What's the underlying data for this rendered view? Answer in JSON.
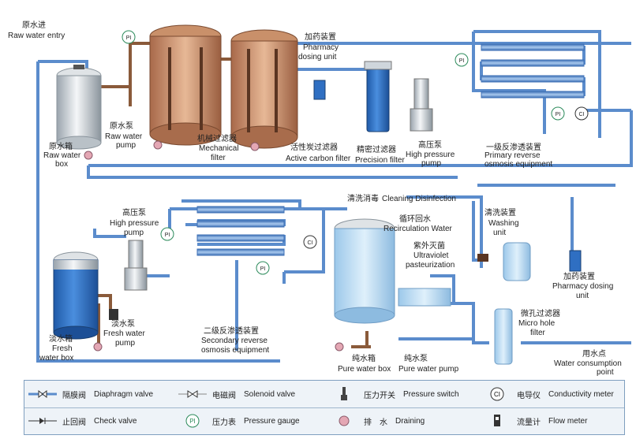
{
  "labels": {
    "raw_water_entry_cn": "原水进",
    "raw_water_entry_en": "Raw water entry",
    "raw_water_box_cn": "原水箱",
    "raw_water_box_en1": "Raw water",
    "raw_water_box_en2": "box",
    "raw_water_pump_cn": "原水泵",
    "raw_water_pump_en1": "Raw water",
    "raw_water_pump_en2": "pump",
    "mech_filter_cn": "机械过滤器",
    "mech_filter_en1": "Mechanical",
    "mech_filter_en2": "filter",
    "carbon_filter_cn": "活性炭过滤器",
    "carbon_filter_en": "Active carbon filter",
    "pharmacy_dosing_cn": "加药装置",
    "pharmacy_dosing_en1": "Pharmacy",
    "pharmacy_dosing_en2": "dosing unit",
    "precision_filter_cn": "精密过滤器",
    "precision_filter_en": "Precision filter",
    "hp_pump1_cn": "高压泵",
    "hp_pump1_en1": "High pressure",
    "hp_pump1_en2": "pump",
    "primary_ro_cn": "一级反渗透装置",
    "primary_ro_en1": "Primary reverse",
    "primary_ro_en2": "osmosis equipment",
    "hp_pump2_cn": "高压泵",
    "hp_pump2_en1": "High pressure",
    "hp_pump2_en2": "pump",
    "cleaning_cn": "清洗消毒",
    "cleaning_en": "Cleaning Disinfection",
    "recirc_cn": "循环回水",
    "recirc_en": "Recirculation Water",
    "washing_cn": "清洗装置",
    "washing_en1": "Washing",
    "washing_en2": "unit",
    "uv_cn": "紫外灭菌",
    "uv_en1": "Ultraviolet",
    "uv_en2": "pasteurization",
    "pharmacy2_cn": "加药装置",
    "pharmacy2_en1": "Pharmacy dosing",
    "pharmacy2_en2": "unit",
    "fresh_box_cn": "淡水箱",
    "fresh_box_en1": "Fresh",
    "fresh_box_en2": "water box",
    "fresh_pump_cn": "淡水泵",
    "fresh_pump_en1": "Fresh water",
    "fresh_pump_en2": "pump",
    "secondary_ro_cn": "二级反渗透装置",
    "secondary_ro_en1": "Secondary reverse",
    "secondary_ro_en2": "osmosis equipment",
    "pure_box_cn": "纯水箱",
    "pure_box_en": "Pure water box",
    "pure_pump_cn": "纯水泵",
    "pure_pump_en": "Pure water pump",
    "micro_filter_cn": "微孔过滤器",
    "micro_filter_en1": "Micro hole",
    "micro_filter_en2": "filter",
    "consumption_cn": "用水点",
    "consumption_en1": "Water consumption",
    "consumption_en2": "point",
    "pi": "PI",
    "ci": "CI"
  },
  "legend": {
    "diaphragm_cn": "隔膜阀",
    "diaphragm_en": "Diaphragm valve",
    "solenoid_cn": "电磁阀",
    "solenoid_en": "Solenoid valve",
    "pressure_switch_cn": "压力开关",
    "pressure_switch_en": "Pressure switch",
    "conductivity_cn": "电导仪",
    "conductivity_en": "Conductivity meter",
    "check_cn": "止回阀",
    "check_en": "Check valve",
    "gauge_cn": "压力表",
    "gauge_en": "Pressure gauge",
    "draining_cn": "排　水",
    "draining_en": "Draining",
    "flow_cn": "流量计",
    "flow_en": "Flow meter",
    "pi": "PI",
    "ci": "CI"
  },
  "colors": {
    "pipe_blue": "#5b8ccc",
    "pipe_brown": "#8a5a3a",
    "tank_water": "#2f6fc2",
    "filter_body": "#c9906a"
  }
}
